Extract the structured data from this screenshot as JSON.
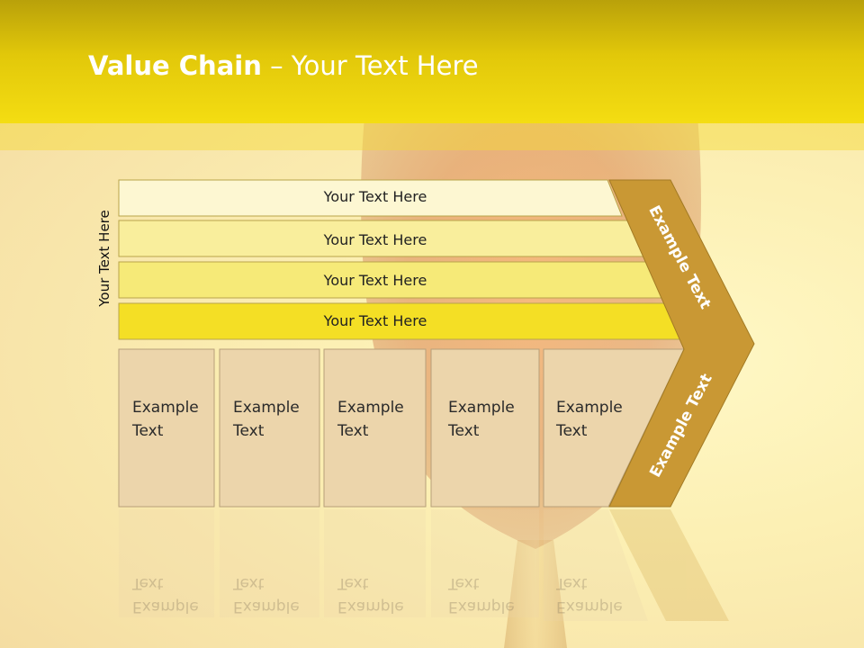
{
  "slide": {
    "title_bold": "Value Chain",
    "title_rest": " – Your Text Here",
    "side_label": "Your Text Here"
  },
  "rows": [
    {
      "label": "Your Text Here"
    },
    {
      "label": "Your Text Here"
    },
    {
      "label": "Your Text Here"
    },
    {
      "label": "Your Text Here"
    }
  ],
  "columns": [
    {
      "label": "Example\nText"
    },
    {
      "label": "Example\nText"
    },
    {
      "label": "Example\nText"
    },
    {
      "label": "Example\nText"
    },
    {
      "label": "Example\nText"
    }
  ],
  "chevron": {
    "upper_label": "Example Text",
    "lower_label": "Example Text"
  },
  "colors": {
    "header": "#e2c80a",
    "row1": "#fdf7d2",
    "row2": "#f9ee9c",
    "row3": "#f6ea78",
    "row4": "#f4df25",
    "column_fill": "#ecd5ab",
    "chevron": "#c99834"
  }
}
